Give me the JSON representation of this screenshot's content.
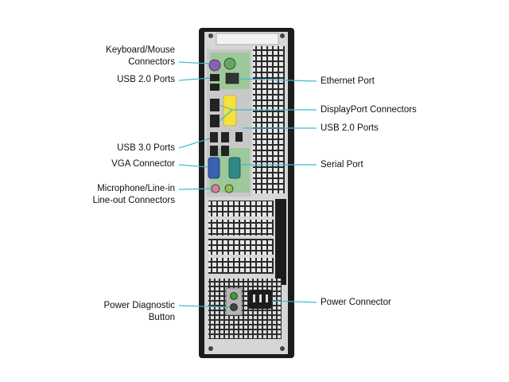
{
  "labels_left": [
    {
      "id": "keyboard-mouse",
      "lines": [
        "Keyboard/Mouse",
        "Connectors"
      ]
    },
    {
      "id": "usb20-left",
      "lines": [
        "USB 2.0 Ports"
      ]
    },
    {
      "id": "usb30",
      "lines": [
        "USB 3.0 Ports"
      ]
    },
    {
      "id": "vga",
      "lines": [
        "VGA Connector"
      ]
    },
    {
      "id": "audio",
      "lines": [
        "Microphone/Line-in",
        "Line-out Connectors"
      ]
    },
    {
      "id": "power-diagnostic",
      "lines": [
        "Power Diagnostic",
        "Button"
      ]
    }
  ],
  "labels_right": [
    {
      "id": "ethernet",
      "lines": [
        "Ethernet Port"
      ]
    },
    {
      "id": "displayport",
      "lines": [
        "DisplayPort Connectors"
      ]
    },
    {
      "id": "usb20-right",
      "lines": [
        "USB 2.0 Ports"
      ]
    },
    {
      "id": "serial",
      "lines": [
        "Serial Port"
      ]
    },
    {
      "id": "power-connector",
      "lines": [
        "Power Connector"
      ]
    }
  ],
  "colors": {
    "leader_line": "#3fb8d6",
    "chassis": "#1c1c1c",
    "panel": "#d9d9d9",
    "io_board": "#9dc89b",
    "ps2_keyboard": "#8a5fb8",
    "ps2_mouse": "#5faa5a",
    "vga": "#3a5fb5",
    "serial_port": "#2f8a86",
    "mic_jack": "#e27aa0",
    "line_out_jack": "#8ac24a",
    "yellow_tag": "#f5e13a"
  }
}
